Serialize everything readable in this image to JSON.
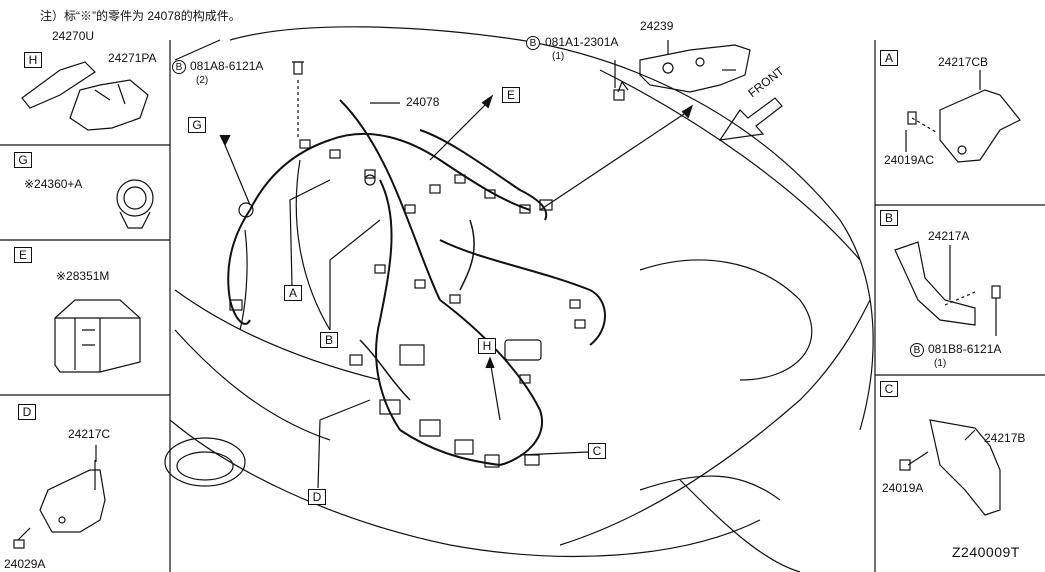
{
  "header_note": "注）标“※”的零件为 24078的构成件。",
  "diagram_ref": "Z240009T",
  "main": {
    "harness_part": "24078",
    "bracket_part": "24239",
    "bolt_top": {
      "part": "081A8-6121A",
      "qty": "(2)",
      "circle": "B"
    },
    "bolt_bracket": {
      "part": "081A1-2301A",
      "qty": "(1)",
      "circle": "B"
    },
    "front_label": "FRONT",
    "callouts": [
      "G",
      "E",
      "A",
      "B",
      "H",
      "C",
      "D"
    ]
  },
  "left_panels": [
    {
      "letter": "H",
      "parts": [
        "24270U",
        "24271PA"
      ]
    },
    {
      "letter": "G",
      "parts": [
        "※24360+A"
      ]
    },
    {
      "letter": "E",
      "parts": [
        "※28351M"
      ]
    },
    {
      "letter": "D",
      "parts": [
        "24217C",
        "24029A"
      ]
    }
  ],
  "right_panels": [
    {
      "letter": "A",
      "parts": [
        "24217CB",
        "24019AC"
      ]
    },
    {
      "letter": "B",
      "parts": [
        "24217A",
        "081B8-6121A"
      ],
      "qty": "(1)",
      "circle": "B"
    },
    {
      "letter": "C",
      "parts": [
        "24217B",
        "24019A"
      ]
    }
  ]
}
